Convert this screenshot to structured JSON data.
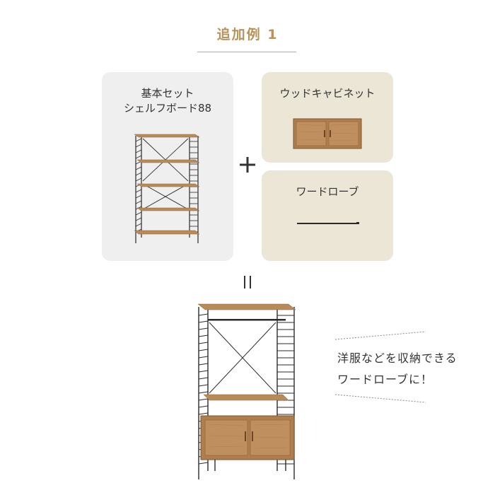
{
  "title": "追加例 1",
  "cards": {
    "basic": {
      "line1": "基本セット",
      "line2": "シェルフボード88"
    },
    "cabinet": {
      "label": "ウッドキャビネット"
    },
    "wardrobe": {
      "label": "ワードローブ"
    }
  },
  "note": {
    "line1": "洋服などを収納できる",
    "line2": "ワードローブに！"
  },
  "colors": {
    "accent": "#b8925a",
    "card_gray": "#efefef",
    "card_beige": "#ebe6d6",
    "wood": "#b98a5a",
    "frame": "#2b2b2b"
  },
  "icons": {
    "plus": "plus-icon",
    "equals": "equals-icon"
  }
}
